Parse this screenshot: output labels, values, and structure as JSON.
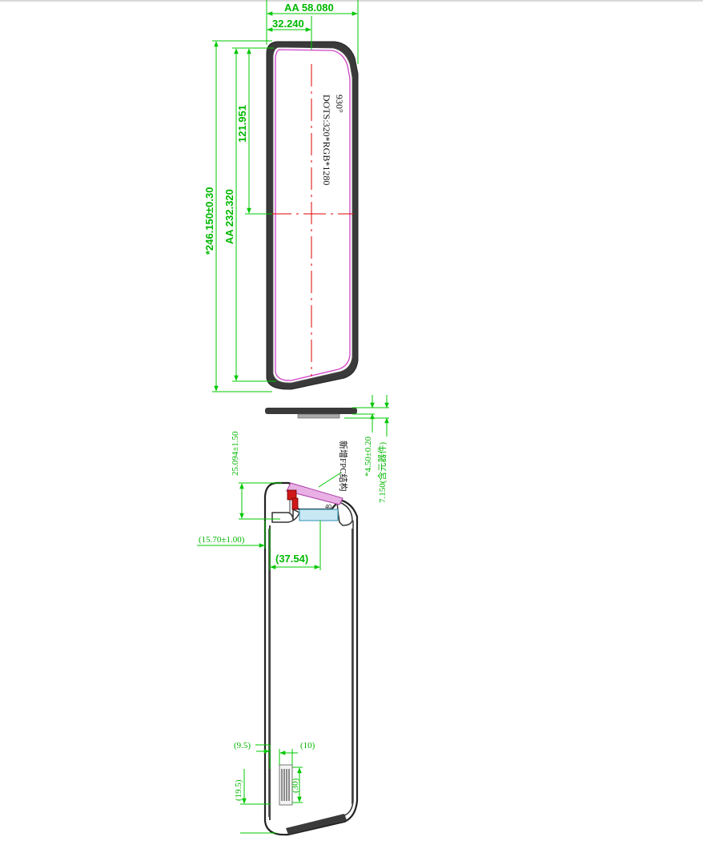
{
  "colors": {
    "dimension": "#00c800",
    "bezel": "#3a3a3a",
    "active_area": "#d040c8",
    "centerline": "#e00000",
    "fpc": "#c8e8f4"
  },
  "top_view": {
    "aa_width": "AA  58.080",
    "half_width": "32.240",
    "half_height": "121.951",
    "outline_height": "*246.150±0.30",
    "aa_height": "AA  232.320",
    "angle_note": "930°",
    "dots_note": "DOTS:320*RGB*1280"
  },
  "side_view": {
    "thickness": "*4.50±0.20",
    "total_thickness": "7.150(含元器件)"
  },
  "bottom_view": {
    "flex_height": "25.094±1.50",
    "fpc_note": "新增FPC结构",
    "pin_count": "40",
    "flex_offset": "(15.70±1.00)",
    "flex_width": "(37.54)",
    "conn_left": "(9.5)",
    "conn_width": "(10)",
    "conn_height": "(19.5)",
    "conn_length": "(30)"
  }
}
